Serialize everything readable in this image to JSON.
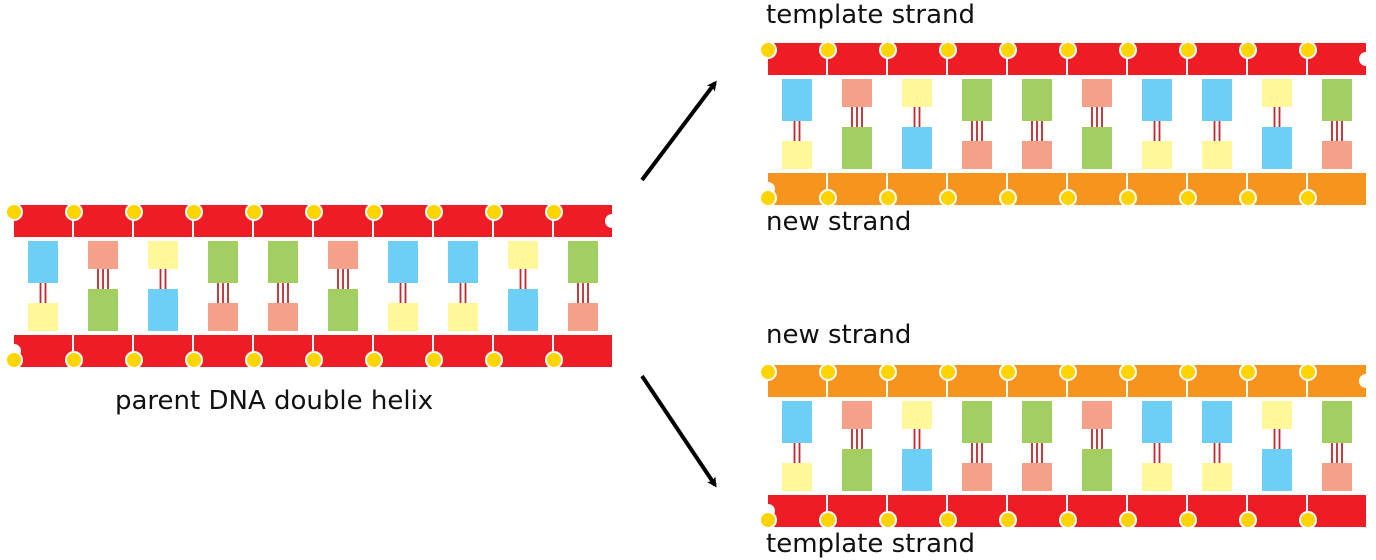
{
  "labels": {
    "parent": "parent DNA double helix",
    "top_template": "template strand",
    "top_new": "new strand",
    "bottom_new": "new strand",
    "bottom_template": "template strand"
  },
  "colors": {
    "template_backbone": "#ee1c25",
    "new_backbone": "#f7941d",
    "phosphate": "#ffd400",
    "base_blue": "#6dcff6",
    "base_salmon": "#f5a089",
    "base_yellow": "#fff799",
    "base_green": "#a3cf62",
    "hydrogen_bond": "#c1272d",
    "arrow": "#000000"
  },
  "base_pair_sequence": [
    [
      "base_blue",
      "base_yellow"
    ],
    [
      "base_salmon",
      "base_green"
    ],
    [
      "base_yellow",
      "base_blue"
    ],
    [
      "base_green",
      "base_salmon"
    ],
    [
      "base_green",
      "base_salmon"
    ],
    [
      "base_salmon",
      "base_green"
    ],
    [
      "base_blue",
      "base_yellow"
    ],
    [
      "base_blue",
      "base_yellow"
    ],
    [
      "base_yellow",
      "base_blue"
    ],
    [
      "base_green",
      "base_salmon"
    ]
  ],
  "molecules": [
    {
      "id": "parent-helix",
      "top_strand": "template",
      "bottom_strand": "template"
    },
    {
      "id": "daughter-helix-top",
      "top_strand": "template",
      "bottom_strand": "new"
    },
    {
      "id": "daughter-helix-bottom",
      "top_strand": "new",
      "bottom_strand": "template"
    }
  ]
}
